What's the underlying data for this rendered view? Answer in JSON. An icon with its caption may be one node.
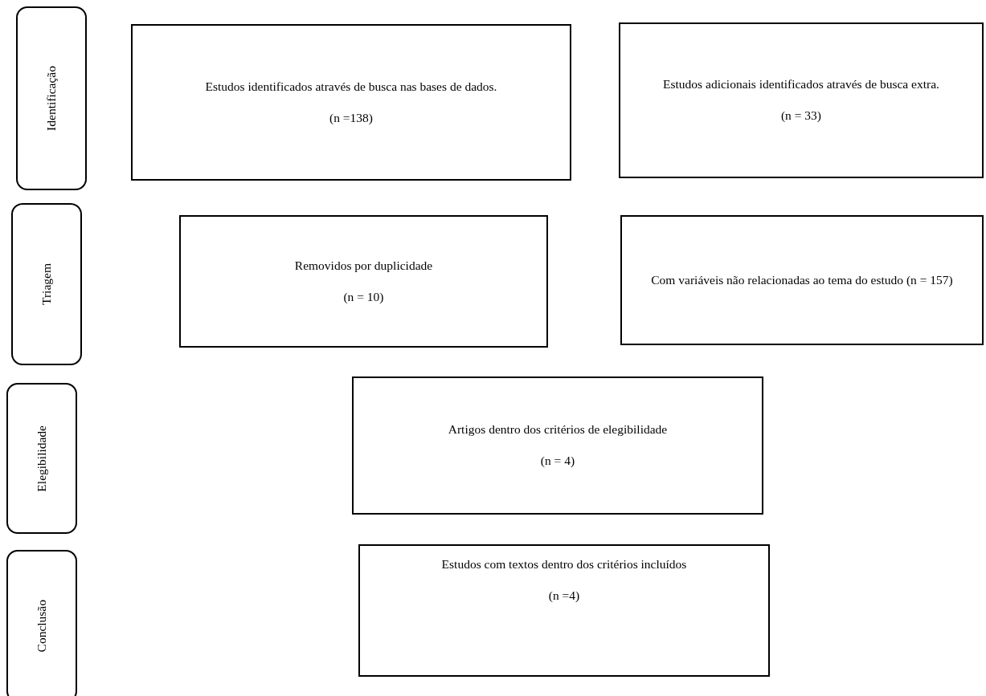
{
  "diagram": {
    "nodes": [
      {
        "text": [
          "Identificação"
        ]
      },
      {
        "text": [
          "Estudos identificados através de busca nas bases de dados.",
          "(n =138)"
        ]
      },
      {
        "text": [
          "Estudos adicionais identificados através de busca extra.",
          "(n = 33)"
        ]
      },
      {
        "text": [
          "Triagem"
        ]
      },
      {
        "text": [
          "Removidos por duplicidade",
          "(n = 10)"
        ]
      },
      {
        "text": [
          "Com variáveis não relacionadas ao tema do estudo (n = 157)"
        ]
      },
      {
        "text": [
          "Elegibilidade"
        ]
      },
      {
        "text": [
          "Artigos dentro dos critérios de elegibilidade",
          "(n = 4)"
        ]
      },
      {
        "text": [
          "Conclusão"
        ]
      },
      {
        "text": [
          "Estudos com textos dentro dos critérios incluídos",
          "(n =4)"
        ]
      }
    ]
  }
}
